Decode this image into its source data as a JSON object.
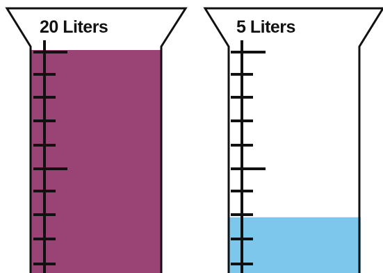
{
  "cylinders": [
    {
      "label": "20 Liters",
      "fill_fraction": 1.0,
      "liquid_color": "#9a4476"
    },
    {
      "label": "5 Liters",
      "fill_fraction": 0.25,
      "liquid_color": "#7dc6ec"
    }
  ],
  "colors": {
    "outline": "#111111",
    "background": "#ffffff"
  }
}
